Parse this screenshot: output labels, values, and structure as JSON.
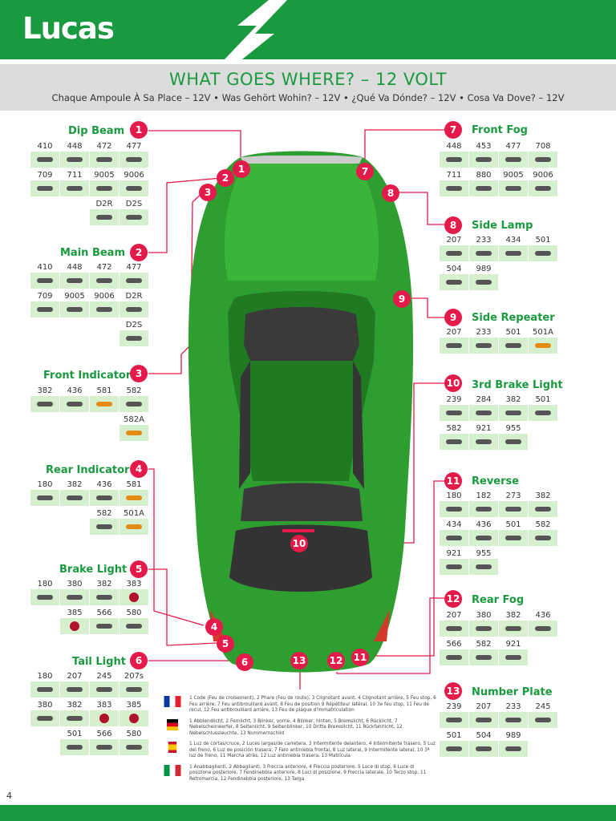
{
  "brand": {
    "logo": "Lucas",
    "green": "#1a9a3f",
    "red": "#e41b4a"
  },
  "title": "WHAT GOES WHERE? – 12 VOLT",
  "subtitle": "Chaque Ampoule À Sa Place – 12V • Was Gehört Wohin? – 12V • ¿Qué Va Dónde? – 12V • Cosa Va Dove? – 12V",
  "groups": [
    {
      "num": "1",
      "title": "Dip Beam",
      "bulbs": [
        {
          "code": "410"
        },
        {
          "code": "448"
        },
        {
          "code": "472"
        },
        {
          "code": "477"
        },
        {
          "code": "709"
        },
        {
          "code": "711"
        },
        {
          "code": "9005"
        },
        {
          "code": "9006"
        },
        {
          "code": ""
        },
        {
          "code": ""
        },
        {
          "code": "D2R"
        },
        {
          "code": "D2S"
        }
      ]
    },
    {
      "num": "2",
      "title": "Main Beam",
      "bulbs": [
        {
          "code": "410"
        },
        {
          "code": "448"
        },
        {
          "code": "472"
        },
        {
          "code": "477"
        },
        {
          "code": "709"
        },
        {
          "code": "9005"
        },
        {
          "code": "9006"
        },
        {
          "code": "D2R"
        },
        {
          "code": ""
        },
        {
          "code": ""
        },
        {
          "code": ""
        },
        {
          "code": "D2S"
        }
      ]
    },
    {
      "num": "3",
      "title": "Front Indicator",
      "bulbs": [
        {
          "code": "382"
        },
        {
          "code": "436"
        },
        {
          "code": "581",
          "color": "amber"
        },
        {
          "code": "582"
        },
        {
          "code": ""
        },
        {
          "code": ""
        },
        {
          "code": ""
        },
        {
          "code": "582A",
          "color": "amber"
        }
      ]
    },
    {
      "num": "4",
      "title": "Rear Indicator",
      "bulbs": [
        {
          "code": "180"
        },
        {
          "code": "382"
        },
        {
          "code": "436"
        },
        {
          "code": "581",
          "color": "amber"
        },
        {
          "code": ""
        },
        {
          "code": ""
        },
        {
          "code": "582"
        },
        {
          "code": "501A",
          "color": "amber"
        }
      ]
    },
    {
      "num": "5",
      "title": "Brake Light",
      "bulbs": [
        {
          "code": "180"
        },
        {
          "code": "380"
        },
        {
          "code": "382"
        },
        {
          "code": "383",
          "color": "red"
        },
        {
          "code": ""
        },
        {
          "code": "385",
          "color": "red"
        },
        {
          "code": "566"
        },
        {
          "code": "580"
        }
      ]
    },
    {
      "num": "6",
      "title": "Tail Light",
      "bulbs": [
        {
          "code": "180"
        },
        {
          "code": "207"
        },
        {
          "code": "245"
        },
        {
          "code": "207s"
        },
        {
          "code": "380"
        },
        {
          "code": "382"
        },
        {
          "code": "383",
          "color": "red"
        },
        {
          "code": "385",
          "color": "red"
        },
        {
          "code": ""
        },
        {
          "code": "501"
        },
        {
          "code": "566"
        },
        {
          "code": "580"
        }
      ]
    },
    {
      "num": "7",
      "title": "Front Fog",
      "bulbs": [
        {
          "code": "448"
        },
        {
          "code": "453"
        },
        {
          "code": "477"
        },
        {
          "code": "708"
        },
        {
          "code": "711"
        },
        {
          "code": "880"
        },
        {
          "code": "9005"
        },
        {
          "code": "9006"
        }
      ]
    },
    {
      "num": "8",
      "title": "Side Lamp",
      "bulbs": [
        {
          "code": "207"
        },
        {
          "code": "233"
        },
        {
          "code": "434"
        },
        {
          "code": "501"
        },
        {
          "code": "504"
        },
        {
          "code": "989"
        }
      ]
    },
    {
      "num": "9",
      "title": "Side Repeater",
      "bulbs": [
        {
          "code": "207"
        },
        {
          "code": "233"
        },
        {
          "code": "501"
        },
        {
          "code": "501A",
          "color": "amber"
        }
      ]
    },
    {
      "num": "10",
      "title": "3rd Brake Light",
      "bulbs": [
        {
          "code": "239"
        },
        {
          "code": "284"
        },
        {
          "code": "382"
        },
        {
          "code": "501"
        },
        {
          "code": "582"
        },
        {
          "code": "921"
        },
        {
          "code": "955"
        }
      ]
    },
    {
      "num": "11",
      "title": "Reverse",
      "bulbs": [
        {
          "code": "180"
        },
        {
          "code": "182"
        },
        {
          "code": "273"
        },
        {
          "code": "382"
        },
        {
          "code": "434"
        },
        {
          "code": "436"
        },
        {
          "code": "501"
        },
        {
          "code": "582"
        },
        {
          "code": "921"
        },
        {
          "code": "955"
        }
      ]
    },
    {
      "num": "12",
      "title": "Rear Fog",
      "bulbs": [
        {
          "code": "207"
        },
        {
          "code": "380"
        },
        {
          "code": "382"
        },
        {
          "code": "436"
        },
        {
          "code": "566"
        },
        {
          "code": "582"
        },
        {
          "code": "921"
        }
      ]
    },
    {
      "num": "13",
      "title": "Number Plate",
      "bulbs": [
        {
          "code": "239"
        },
        {
          "code": "207"
        },
        {
          "code": "233"
        },
        {
          "code": "245"
        },
        {
          "code": "501"
        },
        {
          "code": "504"
        },
        {
          "code": "989"
        }
      ]
    }
  ],
  "car_labels": [
    "1",
    "2",
    "3",
    "4",
    "5",
    "6",
    "7",
    "8",
    "9",
    "10",
    "11",
    "12",
    "13"
  ],
  "translations": [
    {
      "flag": "france",
      "text": "1 Code (Feu de croisement), 2 Phare (Feu de route), 3 Clignotant avant, 4 Clignotant arrière, 5 Feu stop, 6 Feu arrière, 7 Feu antibrouillard avant, 8 Feu de position 9 Répétiteur latéral, 10 3e feu stop, 11 Feu de recul, 12 Feu antibrouillard arrière, 13 Feu de plaque d'immatriculation"
    },
    {
      "flag": "germany",
      "text": "1 Abblendlicht, 2 Fernlicht, 3 Blinker, vorne, 4 Blinker, hinten, 5 Bremslicht, 6 Rücklicht, 7 Nebelscheinwerfer, 8 Seitenlicht, 9 Seitenblinker, 10 Dritte Bremslicht, 11 Rückfahrlicht, 12 Nebelschlussleuchte, 13 Nummernschild"
    },
    {
      "flag": "spain",
      "text": "1 Luz de cortas/cruce, 2 Luces largas/de carretera, 3 Intermitente delantero, 4 Intermitente trasero, 5 Luz del freno, 6 Luz de posición trasera, 7 Faro antiniebla frontal, 8 Luz lateral, 9 Intermitente lateral, 10 3ª luz de freno, 11 Marcha atrás, 12 Luz antiniebla trasera, 13 Matrícula"
    },
    {
      "flag": "italy",
      "text": "1 Anabbaglianti, 2 Abbaglianti, 3 Freccia anteriore, 4 Freccia posteriore, 5 Luce di stop, 6 Luce di posizione posteriore, 7 Fendinebbia anteriore, 8 Luci di posizione, 9 Freccia laterale, 10 Terzo stop, 11 Retromarcia, 12 Fendinebbia posteriore, 13 Targa"
    }
  ],
  "page_number": "4"
}
